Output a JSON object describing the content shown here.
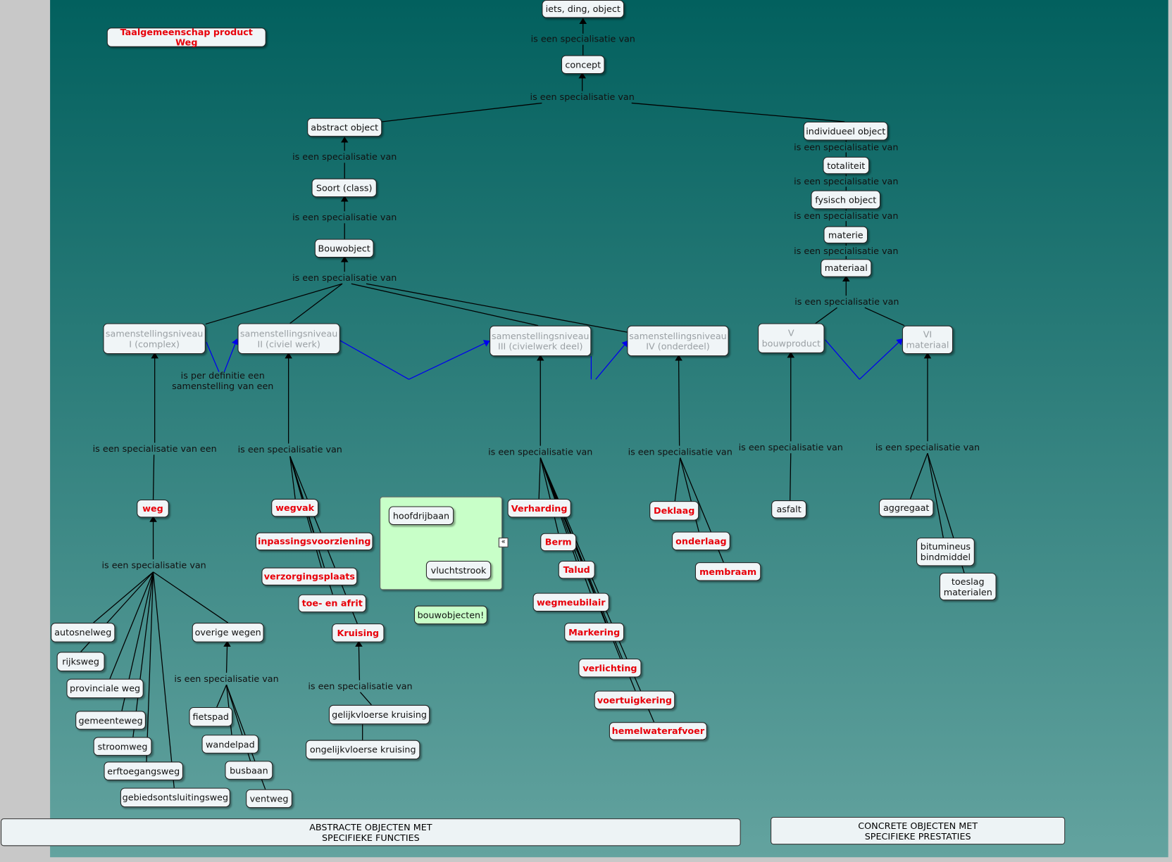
{
  "title": "Taalgemeenschap product Weg",
  "nodes": {
    "iets": "iets, ding, object",
    "concept": "concept",
    "abstract": "abstract object",
    "individueel": "individueel object",
    "totaliteit": "totaliteit",
    "fysisch": "fysisch object",
    "materie": "materie",
    "materiaal": "materiaal",
    "soort": "Soort (class)",
    "bouwobject": "Bouwobject",
    "s1": "samenstellingsniveau\nI (complex)",
    "s2": "samenstellingsniveau\nII (civiel werk)",
    "s3": "samenstellingsniveau\nIII (civielwerk deel)",
    "s4": "samenstellingsniveau\nIV (onderdeel)",
    "v": "V\nbouwproduct",
    "vi": "VI\nmateriaal",
    "weg": "weg",
    "wegvak": "wegvak",
    "inpassing": "inpassingsvoorziening",
    "verzorging": "verzorgingsplaats",
    "toeafrit": "toe- en afrit",
    "kruising": "Kruising",
    "hoofdrijbaan": "hoofdrijbaan",
    "vluchtstrook": "vluchtstrook",
    "bouwobjecten": "bouwobjecten!",
    "verharding": "Verharding",
    "berm": "Berm",
    "talud": "Talud",
    "wegmeubilair": "wegmeubilair",
    "markering": "Markering",
    "verlichting": "verlichting",
    "voertuigkering": "voertuigkering",
    "hemelwater": "hemelwaterafvoer",
    "deklaag": "Deklaag",
    "onderlaag": "onderlaag",
    "membraam": "membraam",
    "asfalt": "asfalt",
    "aggregaat": "aggregaat",
    "bitumineus": "bitumineus\nbindmiddel",
    "toeslag": "toeslag\nmaterialen",
    "autosnelweg": "autosnelweg",
    "rijksweg": "rijksweg",
    "provinciale": "provinciale weg",
    "gemeenteweg": "gemeenteweg",
    "stroomweg": "stroomweg",
    "erftoegang": "erftoegangsweg",
    "gebieds": "gebiedsontsluitingsweg",
    "overige": "overige wegen",
    "fietspad": "fietspad",
    "wandelpad": "wandelpad",
    "busbaan": "busbaan",
    "ventweg": "ventweg",
    "gelijk": "gelijkvloerse kruising",
    "ongelijk": "ongelijkvloerse kruising"
  },
  "link_labels": {
    "spec": "is een specialisatie van",
    "spec_een": "is een specialisatie van een",
    "per_definitie": "is per definitie een\nsamenstelling van een"
  },
  "collapse_icon": "«",
  "footers": {
    "abstract": "ABSTRACTE OBJECTEN MET\nSPECIFIEKE FUNCTIES",
    "concrete": "CONCRETE OBJECTEN MET\nSPECIFIEKE PRESTATIES"
  },
  "colors": {
    "accent_red": "#e8000a",
    "link_blue": "#0000ee",
    "group_green": "#c8ffc8"
  }
}
